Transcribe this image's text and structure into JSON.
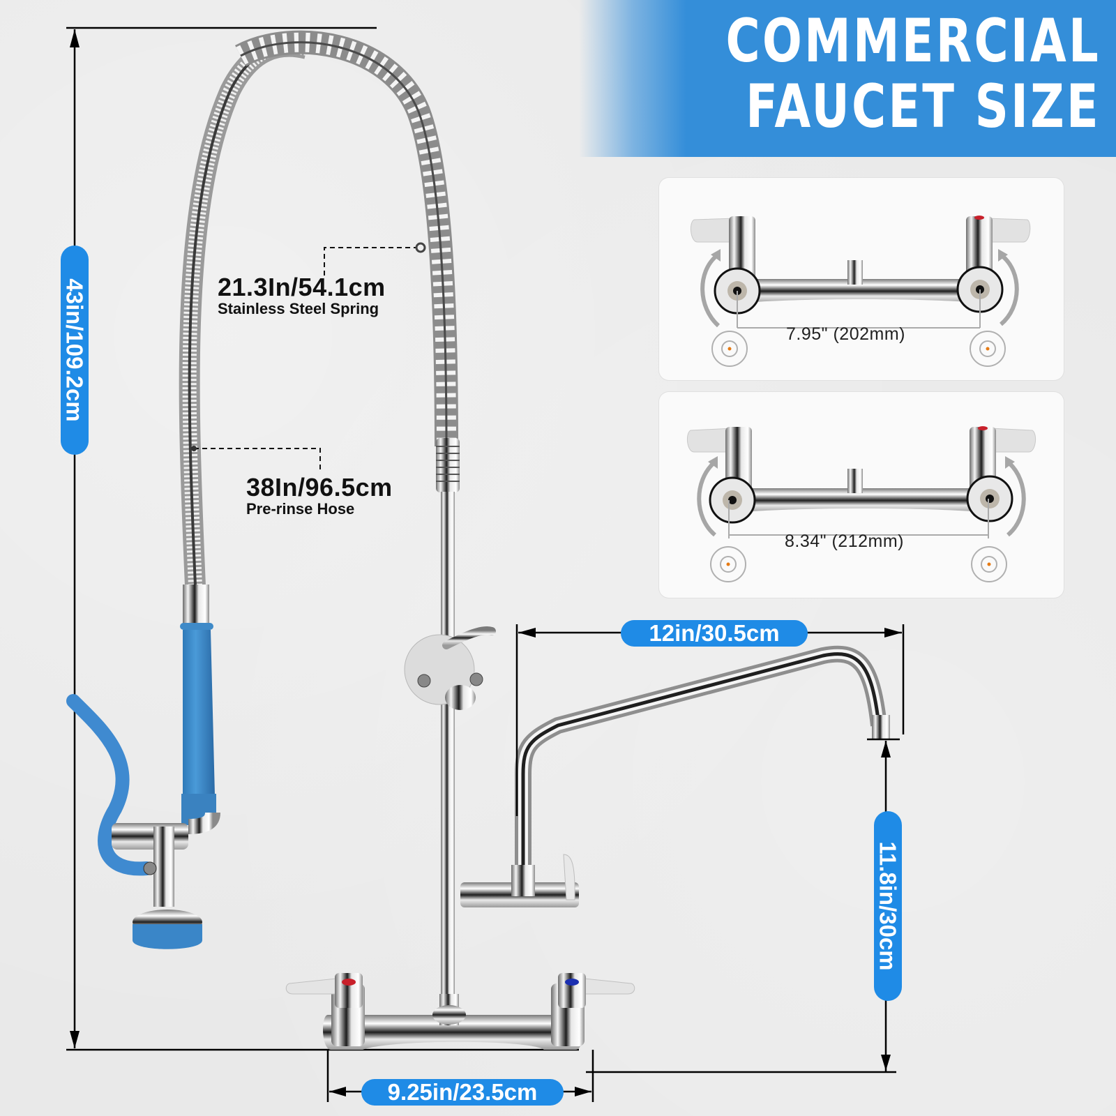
{
  "header": {
    "title_line1": "COMMERCIAL",
    "title_line2": "FAUCET SIZE",
    "band_color": "#348ed9"
  },
  "callouts": {
    "spring": {
      "value": "21.3In/54.1cm",
      "label": "Stainless Steel Spring"
    },
    "hose": {
      "value": "38In/96.5cm",
      "label": "Pre-rinse Hose"
    }
  },
  "dimensions": {
    "total_height": "43in/109.2cm",
    "spout_reach": "12in/30.5cm",
    "spout_height": "11.8in/30cm",
    "base_width": "9.25in/23.5cm",
    "pill_color": "#1f8be6"
  },
  "inset_cards": [
    {
      "spacing_label": "7.95\" (202mm)"
    },
    {
      "spacing_label": "8.34\" (212mm)"
    }
  ],
  "icons": {
    "rotate_arrows": "rotate-arrow-icon",
    "inlet_circle": "inlet-circle-icon",
    "hot_indicator_color": "#c8202a",
    "cold_indicator_color": "#1b2fb0"
  }
}
